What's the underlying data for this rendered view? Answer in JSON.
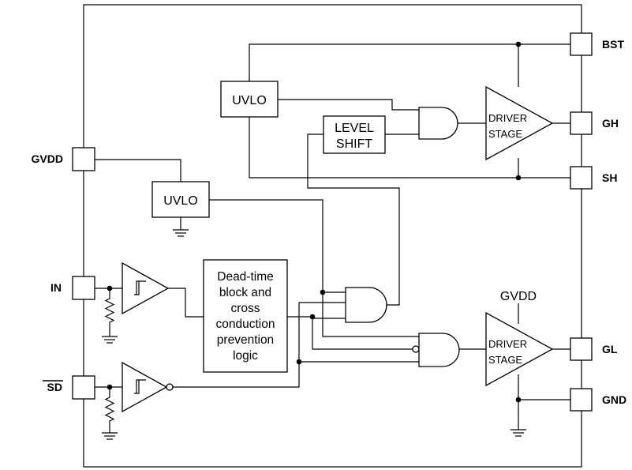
{
  "pins": {
    "bst": "BST",
    "gh": "GH",
    "sh": "SH",
    "gvdd": "GVDD",
    "in": "IN",
    "sd": "SD",
    "gl": "GL",
    "gnd": "GND"
  },
  "blocks": {
    "uvlo_high": "UVLO",
    "uvlo_low": "UVLO",
    "level_shift_line1": "LEVEL",
    "level_shift_line2": "SHIFT",
    "driver_high_line1": "DRIVER",
    "driver_high_line2": "STAGE",
    "driver_low_line1": "DRIVER",
    "driver_low_line2": "STAGE",
    "deadtime_lines": [
      "Dead-time",
      "block and",
      "cross",
      "conduction",
      "prevention",
      "logic"
    ],
    "gvdd_supply": "GVDD"
  }
}
